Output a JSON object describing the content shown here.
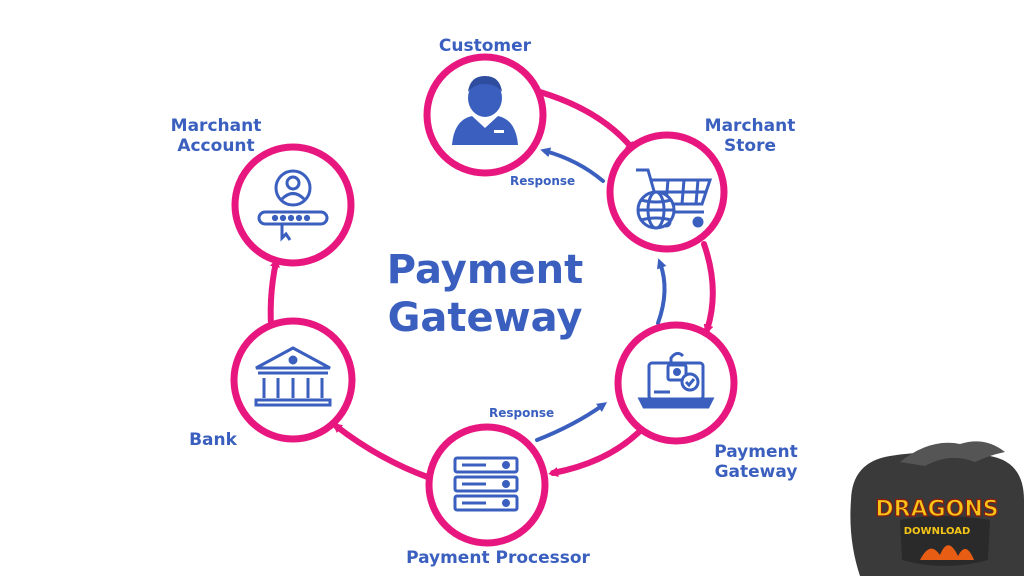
{
  "title": {
    "line1": "Payment",
    "line2": "Gateway"
  },
  "nodes": {
    "customer": "Customer",
    "merchant_store": {
      "line1": "Marchant",
      "line2": "Store"
    },
    "payment_gateway": {
      "line1": "Payment",
      "line2": "Gateway"
    },
    "payment_processor": "Payment Processor",
    "bank": "Bank",
    "merchant_account": {
      "line1": "Marchant",
      "line2": "Account"
    }
  },
  "responses": {
    "top": "Response",
    "bottom": "Response"
  },
  "logo": {
    "line1": "DRAGONS",
    "line2": "DOWNLOAD"
  },
  "colors": {
    "ring": "#e8177f",
    "text": "#3a5fbf",
    "icon": "#3a5fbf",
    "logo_bg": "#3a3a3a",
    "logo_text": "#f5c518"
  }
}
